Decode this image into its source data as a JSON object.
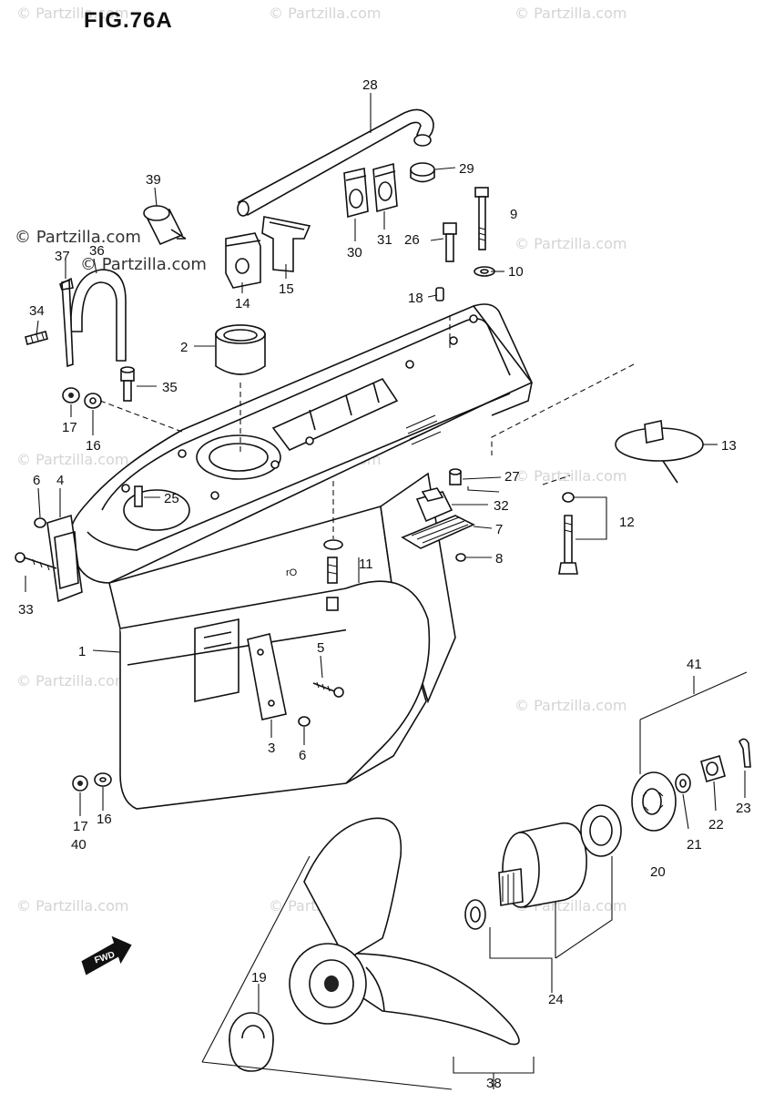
{
  "title": "FIG.76A",
  "watermark": "© Partzilla.com",
  "watermark_main": "© Partzilla.com",
  "fwd_label": "FWD",
  "colors": {
    "line": "#111111",
    "watermark": "#d4d4d4",
    "background": "#ffffff"
  },
  "parts": [
    {
      "id": "p28",
      "label": "28"
    },
    {
      "id": "p29",
      "label": "29"
    },
    {
      "id": "p39",
      "label": "39"
    },
    {
      "id": "p9",
      "label": "9"
    },
    {
      "id": "p26",
      "label": "26"
    },
    {
      "id": "p30",
      "label": "30"
    },
    {
      "id": "p31",
      "label": "31"
    },
    {
      "id": "p10",
      "label": "10"
    },
    {
      "id": "p14",
      "label": "14"
    },
    {
      "id": "p15",
      "label": "15"
    },
    {
      "id": "p37",
      "label": "37"
    },
    {
      "id": "p36",
      "label": "36"
    },
    {
      "id": "p18",
      "label": "18"
    },
    {
      "id": "p34",
      "label": "34"
    },
    {
      "id": "p2",
      "label": "2"
    },
    {
      "id": "p35",
      "label": "35"
    },
    {
      "id": "p17a",
      "label": "17"
    },
    {
      "id": "p16a",
      "label": "16"
    },
    {
      "id": "p13",
      "label": "13"
    },
    {
      "id": "p6a",
      "label": "6"
    },
    {
      "id": "p4",
      "label": "4"
    },
    {
      "id": "p25",
      "label": "25"
    },
    {
      "id": "p27",
      "label": "27"
    },
    {
      "id": "p32",
      "label": "32"
    },
    {
      "id": "p12",
      "label": "12"
    },
    {
      "id": "p7",
      "label": "7"
    },
    {
      "id": "p8",
      "label": "8"
    },
    {
      "id": "p11",
      "label": "11"
    },
    {
      "id": "p33",
      "label": "33"
    },
    {
      "id": "p1",
      "label": "1"
    },
    {
      "id": "p5",
      "label": "5"
    },
    {
      "id": "p41",
      "label": "41"
    },
    {
      "id": "p3",
      "label": "3"
    },
    {
      "id": "p6b",
      "label": "6"
    },
    {
      "id": "p23",
      "label": "23"
    },
    {
      "id": "p17b",
      "label": "17"
    },
    {
      "id": "p16b",
      "label": "16"
    },
    {
      "id": "p40",
      "label": "40"
    },
    {
      "id": "p22",
      "label": "22"
    },
    {
      "id": "p21",
      "label": "21"
    },
    {
      "id": "p20",
      "label": "20"
    },
    {
      "id": "p19",
      "label": "19"
    },
    {
      "id": "p24",
      "label": "24"
    },
    {
      "id": "p38",
      "label": "38"
    }
  ]
}
